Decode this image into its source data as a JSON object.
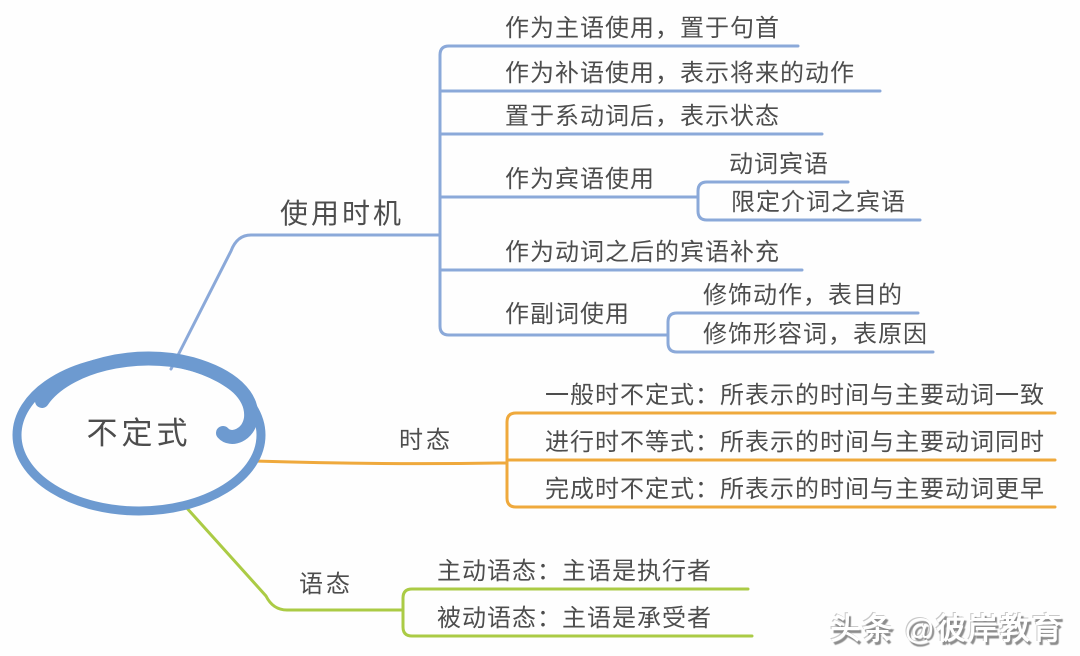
{
  "colors": {
    "blue_line": "#8BA9D9",
    "blue_bold": "#6D9AD0",
    "orange": "#EFA93C",
    "green": "#ABCB45",
    "text": "#4D4D4D",
    "watermark_shadow": "#8C8C8C",
    "background": "#FEFEFE"
  },
  "mindmap": {
    "root": "不定式",
    "branches": [
      {
        "label": "使用时机",
        "color": "#8BA9D9",
        "children": [
          {
            "label": "作为主语使用，置于句首"
          },
          {
            "label": "作为补语使用，表示将来的动作"
          },
          {
            "label": "置于系动词后，表示状态"
          },
          {
            "label": "作为宾语使用",
            "children": [
              {
                "label": "动词宾语"
              },
              {
                "label": "限定介词之宾语"
              }
            ]
          },
          {
            "label": "作为动词之后的宾语补充"
          },
          {
            "label": "作副词使用",
            "children": [
              {
                "label": "修饰动作，表目的"
              },
              {
                "label": "修饰形容词，表原因"
              }
            ]
          }
        ]
      },
      {
        "label": "时态",
        "color": "#EFA93C",
        "children": [
          {
            "label": "一般时不定式：所表示的时间与主要动词一致"
          },
          {
            "label": "进行时不等式：所表示的时间与主要动词同时"
          },
          {
            "label": "完成时不定式：所表示的时间与主要动词更早"
          }
        ]
      },
      {
        "label": "语态",
        "color": "#ABCB45",
        "children": [
          {
            "label": "主动语态：主语是执行者"
          },
          {
            "label": "被动语态：主语是承受者"
          }
        ]
      }
    ]
  },
  "watermark": {
    "text": "头条 @彼岸教育"
  }
}
